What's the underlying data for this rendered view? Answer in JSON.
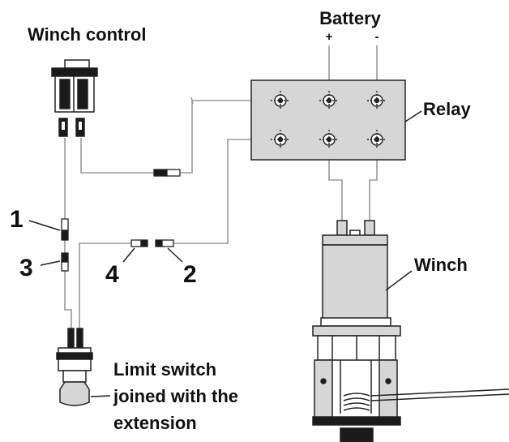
{
  "labels": {
    "battery": "Battery",
    "battery_plus": "+",
    "battery_minus": "-",
    "winch_control": "Winch control",
    "relay": "Relay",
    "winch": "Winch",
    "connector_1": "1",
    "connector_2": "2",
    "connector_3": "3",
    "connector_4": "4",
    "limit_switch_line1": "Limit switch",
    "limit_switch_line2": "joined with the",
    "limit_switch_line3": "extension"
  },
  "colors": {
    "stroke": "#222222",
    "wire": "#9a9a9a",
    "body_gray": "#d6d6d6",
    "dark": "#1a1a1a"
  }
}
